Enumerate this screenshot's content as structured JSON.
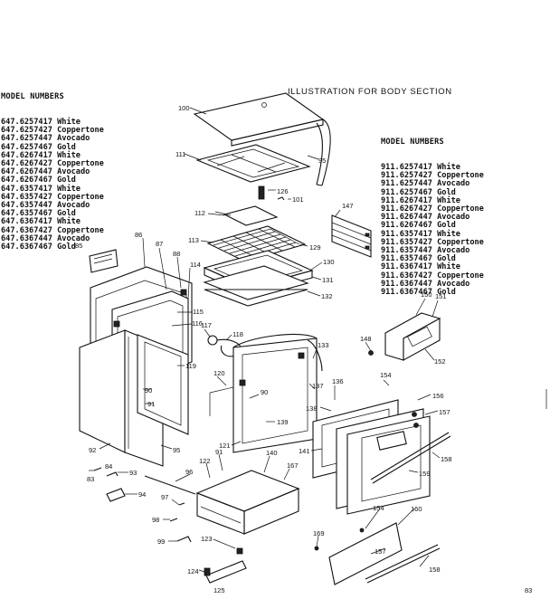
{
  "title": "ILLUSTRATION FOR BODY SECTION",
  "page_number": "83",
  "model_list_left": {
    "header": "MODEL NUMBERS",
    "items": [
      {
        "number": "647.6257417",
        "color": "White"
      },
      {
        "number": "647.6257427",
        "color": "Coppertone"
      },
      {
        "number": "647.6257447",
        "color": "Avocado"
      },
      {
        "number": "647.6257467",
        "color": "Gold"
      },
      {
        "number": "647.6267417",
        "color": "White"
      },
      {
        "number": "647.6267427",
        "color": "Coppertone"
      },
      {
        "number": "647.6267447",
        "color": "Avocado"
      },
      {
        "number": "647.6267467",
        "color": "Gold"
      },
      {
        "number": "647.6357417",
        "color": "White"
      },
      {
        "number": "647.6357427",
        "color": "Coppertone"
      },
      {
        "number": "647.6357447",
        "color": "Avocado"
      },
      {
        "number": "647.6357467",
        "color": "Gold"
      },
      {
        "number": "647.6367417",
        "color": "White"
      },
      {
        "number": "647.6367427",
        "color": "Coppertone"
      },
      {
        "number": "647.6367447",
        "color": "Avocado"
      },
      {
        "number": "647.6367467",
        "color": "Gold"
      }
    ]
  },
  "model_list_right": {
    "header": "MODEL NUMBERS",
    "items": [
      {
        "number": "911.6257417",
        "color": "White"
      },
      {
        "number": "911.6257427",
        "color": "Coppertone"
      },
      {
        "number": "911.6257447",
        "color": "Avocado"
      },
      {
        "number": "911.6257467",
        "color": "Gold"
      },
      {
        "number": "911.6267417",
        "color": "White"
      },
      {
        "number": "911.6267427",
        "color": "Coppertone"
      },
      {
        "number": "911.6267447",
        "color": "Avocado"
      },
      {
        "number": "911.6267467",
        "color": "Gold"
      },
      {
        "number": "911.6357417",
        "color": "White"
      },
      {
        "number": "911.6357427",
        "color": "Coppertone"
      },
      {
        "number": "911.6357447",
        "color": "Avocado"
      },
      {
        "number": "911.6357467",
        "color": "Gold"
      },
      {
        "number": "911.6367417",
        "color": "White"
      },
      {
        "number": "911.6367427",
        "color": "Coppertone"
      },
      {
        "number": "911.6367447",
        "color": "Avocado"
      },
      {
        "number": "911.6367467",
        "color": "Gold"
      }
    ]
  },
  "part_labels": {
    "p100": "100",
    "p111": "111",
    "p95a": "95",
    "p126a": "126",
    "p101": "101",
    "p147": "147",
    "p112": "112",
    "p113": "113",
    "p129": "129",
    "p130": "130",
    "p131": "131",
    "p132": "132",
    "p85": "85",
    "p86": "86",
    "p87": "87",
    "p88": "88",
    "p114": "114",
    "p115": "115",
    "p116": "116",
    "p117": "117",
    "p118": "118",
    "p150": "150",
    "p151": "151",
    "p148": "148",
    "p152": "152",
    "p133": "133",
    "p119": "119",
    "p120": "120",
    "p90a": "90",
    "p90b": "90",
    "p91a": "91",
    "p137": "137",
    "p136": "136",
    "p154a": "154",
    "p156": "156",
    "p138": "138",
    "p157a": "157",
    "p139": "139",
    "p92": "92",
    "p95b": "95",
    "p121": "121",
    "p141": "141",
    "p158a": "158",
    "p91b": "91",
    "p122": "122",
    "p140": "140",
    "p167": "167",
    "p159": "159",
    "p84": "84",
    "p93": "93",
    "p83": "83",
    "p94": "94",
    "p96": "96",
    "p97": "97",
    "p98": "98",
    "p99": "99",
    "p123": "123",
    "p124": "124",
    "p125": "125",
    "p169": "169",
    "p154b": "154",
    "p160": "160",
    "p157b": "157",
    "p158b": "158"
  }
}
